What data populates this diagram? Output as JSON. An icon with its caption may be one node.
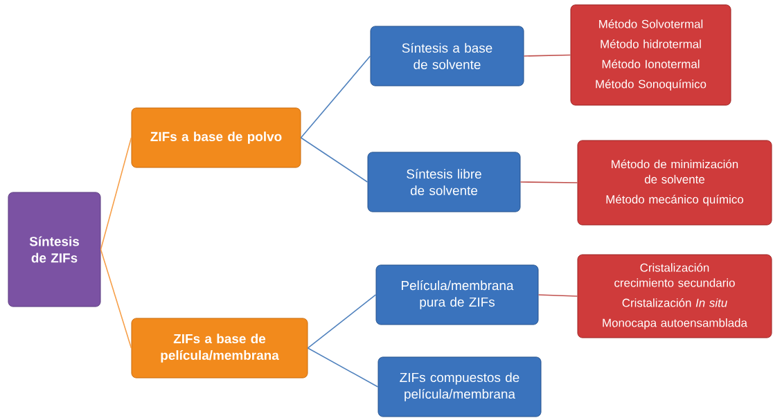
{
  "diagram": {
    "nodes": [
      {
        "text": [
          "Síntesis de ZIFs"
        ]
      },
      {
        "text": [
          "ZIFs a base de polvo"
        ]
      },
      {
        "text": [
          "ZIFs a base de película/membrana"
        ]
      },
      {
        "text": [
          "Síntesis a base de solvente"
        ]
      },
      {
        "text": [
          "Síntesis libre de solvente"
        ]
      },
      {
        "text": [
          "Película/membrana pura de ZIFs"
        ]
      },
      {
        "text": [
          "ZIFs compuestos de película/membrana"
        ]
      },
      {
        "text": [
          "Método Solvotermal",
          "Método hidrotermal",
          "Método Ionotermal",
          "Método Sonoquímico"
        ]
      },
      {
        "text": [
          "Método de minimización de solvente",
          "Método mecánico químico"
        ]
      },
      {
        "text": [
          "Cristalización crecimiento secundario",
          "Cristalización *In situ*",
          "Monocapa autoensamblada"
        ]
      }
    ],
    "edges": [
      {
        "from": 0,
        "to": 1,
        "arrow": "none",
        "color": "#f7a04a"
      },
      {
        "from": 0,
        "to": 2,
        "arrow": "none",
        "color": "#f7a04a"
      },
      {
        "from": 1,
        "to": 3,
        "arrow": "none",
        "color": "#4f81bd"
      },
      {
        "from": 1,
        "to": 4,
        "arrow": "none",
        "color": "#4f81bd"
      },
      {
        "from": 2,
        "to": 5,
        "arrow": "none",
        "color": "#4f81bd"
      },
      {
        "from": 2,
        "to": 6,
        "arrow": "none",
        "color": "#4f81bd"
      },
      {
        "from": 3,
        "to": 7,
        "arrow": "none",
        "color": "#c0504d"
      },
      {
        "from": 4,
        "to": 8,
        "arrow": "none",
        "color": "#c0504d"
      },
      {
        "from": 5,
        "to": 9,
        "arrow": "none",
        "color": "#c0504d"
      }
    ]
  }
}
